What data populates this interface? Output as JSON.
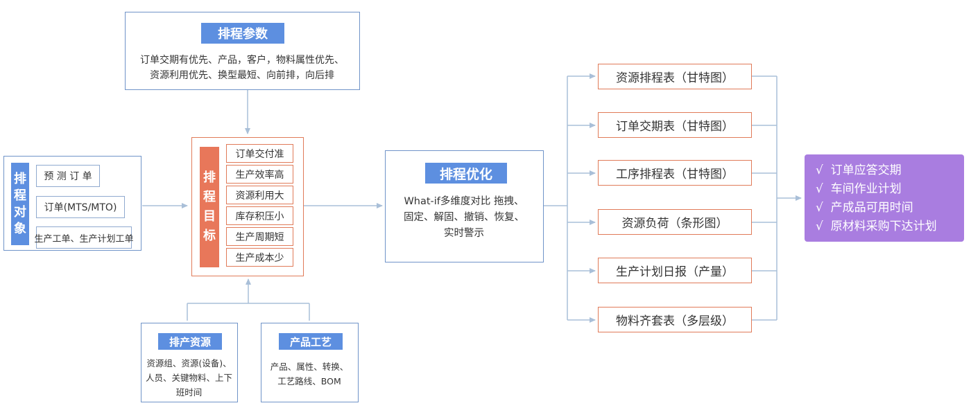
{
  "params": {
    "title": "排程参数",
    "line1": "订单交期有优先、产品，客户，物料属性优先、",
    "line2": "资源利用优先、换型最短、向前排，向后排"
  },
  "object": {
    "tag": [
      "排",
      "程",
      "对",
      "象"
    ],
    "items": [
      "预 测 订 单",
      "订单(MTS/MTO)",
      "生产工单、生产计划工单"
    ]
  },
  "goal": {
    "tag": [
      "排",
      "程",
      "目",
      "标"
    ],
    "items": [
      "订单交付准",
      "生产效率高",
      "资源利用大",
      "库存积压小",
      "生产周期短",
      "生产成本少"
    ]
  },
  "optimize": {
    "title": "排程优化",
    "line1": "What-if多维度对比 拖拽、",
    "line2": "固定、解固、撤销、恢复、",
    "line3": "实时警示"
  },
  "resource": {
    "title": "排产资源",
    "line1": "资源组、资源(设备)、",
    "line2": "人员、关键物料、上下",
    "line3": "班时间"
  },
  "process": {
    "title": "产品工艺",
    "line1": "产品、属性、转换、",
    "line2": "工艺路线、BOM"
  },
  "outputs": [
    "资源排程表（甘特图）",
    "订单交期表（甘特图）",
    "工序排程表（甘特图）",
    "资源负荷（条形图）",
    "生产计划日报（产量）",
    "物料齐套表（多层级）"
  ],
  "results": {
    "check": "√",
    "items": [
      "订单应答交期",
      "车间作业计划",
      "产成品可用时间",
      "原材料采购下达计划"
    ]
  },
  "colors": {
    "blue_tag": "#5d8fe0",
    "red_tag": "#e8775a",
    "purple": "#a97de0",
    "line": "#a9bfd8"
  }
}
